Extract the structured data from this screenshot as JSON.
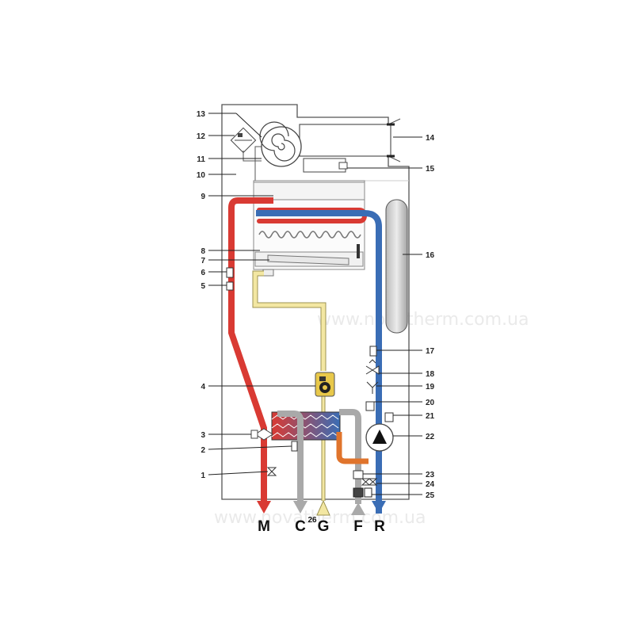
{
  "watermark": "www.novatherm.com.ua",
  "labels_left": [
    "13",
    "12",
    "11",
    "10",
    "9",
    "8",
    "7",
    "6",
    "5",
    "4",
    "3",
    "2",
    "1"
  ],
  "labels_right": [
    "14",
    "15",
    "16",
    "17",
    "18",
    "19",
    "20",
    "21",
    "22",
    "23",
    "24",
    "25"
  ],
  "ports": {
    "m": "M",
    "c": "C",
    "g": "G",
    "f": "F",
    "r": "R"
  },
  "port_26": "26",
  "colors": {
    "hot": "#d93a33",
    "return": "#3a6db5",
    "gas": "#e8d77a",
    "cold": "#a9a9a9",
    "dhw": "#e0742c"
  }
}
